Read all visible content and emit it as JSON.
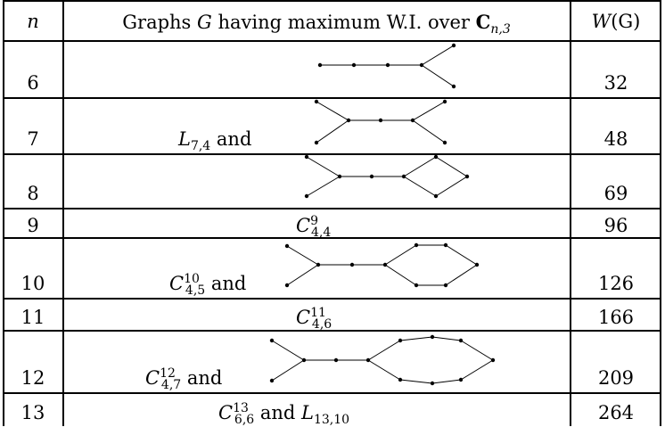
{
  "header": {
    "n": "n",
    "graphs_prefix": "Graphs ",
    "graphs_G": "G",
    "graphs_mid": " having maximum W.I. over ",
    "graphs_C": "C",
    "graphs_sub": "n,3",
    "W": "W",
    "W_arg": "(G)"
  },
  "rows": [
    {
      "n": "6",
      "w": "32"
    },
    {
      "n": "7",
      "w": "48",
      "label_base": "L",
      "label_sub": "7,4",
      "label_tail": " and"
    },
    {
      "n": "8",
      "w": "69"
    },
    {
      "n": "9",
      "w": "96",
      "label_base": "C",
      "label_sup": "9",
      "label_sub": "4,4"
    },
    {
      "n": "10",
      "w": "126",
      "label_base": "C",
      "label_sup": "10",
      "label_sub": "4,5",
      "label_tail": " and"
    },
    {
      "n": "11",
      "w": "166",
      "label_base": "C",
      "label_sup": "11",
      "label_sub": "4,6"
    },
    {
      "n": "12",
      "w": "209",
      "label_base": "C",
      "label_sup": "12",
      "label_sub": "4,7",
      "label_tail": " and"
    },
    {
      "n": "13",
      "w": "264",
      "label_base": "C",
      "label_sup": "13",
      "label_sub": "6,6",
      "label_tail": " and ",
      "label2_base": "L",
      "label2_sub": "13,10"
    }
  ]
}
